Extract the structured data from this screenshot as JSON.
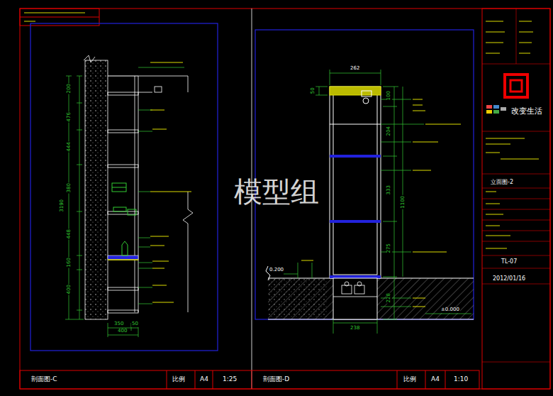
{
  "diagram": {
    "labels": [
      "模型组",
      "200",
      "476",
      "444",
      "380",
      "448",
      "160",
      "400",
      "3190",
      "350",
      "50",
      "400",
      "262",
      "50",
      "100",
      "204",
      "333",
      "1100",
      "275",
      "228",
      "238",
      "±0.000",
      "0.200",
      "剖面图-C",
      "比例",
      "A4",
      "1:25",
      "剖面图-D",
      "比例",
      "A4",
      "1:10",
      "改变生活",
      "立面图-2",
      "TL-07",
      "2012/01/16"
    ]
  }
}
